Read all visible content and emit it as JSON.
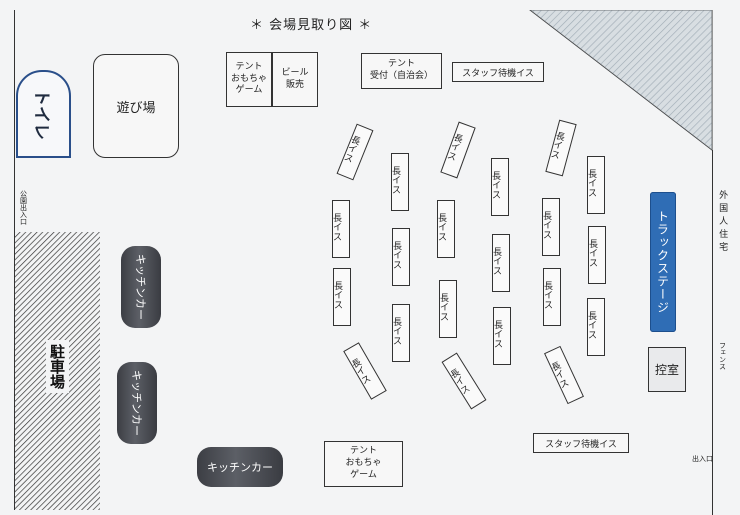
{
  "title": "＊ 会場見取り図 ＊",
  "toilet": "トイレ",
  "playground": "遊び場",
  "park_entrance": "公園出入口",
  "parking": "駐車場",
  "tent_toy": "テント\nおもちゃ\nゲーム",
  "beer": "ビール\n販売",
  "reception": "テント\n受付（自治会）",
  "staff_top": "スタッフ待機イス",
  "staff_bottom": "スタッフ待機イス",
  "bench": "長\nイス",
  "kitchen_car": "キッチンカー",
  "truck_stage": "トラックステージ",
  "control_room": "控室",
  "foreigner_residence": "外国人住宅",
  "fence": "フェンス",
  "exit_right": "出入口",
  "tent_bottom": "テント\nおもちゃ\nゲーム",
  "colors": {
    "stage": "#2f6db5",
    "kitchen": "#4a4c52",
    "parking_hatch": "#333333",
    "hatch_corner": "#b8c4cc"
  },
  "icons": []
}
